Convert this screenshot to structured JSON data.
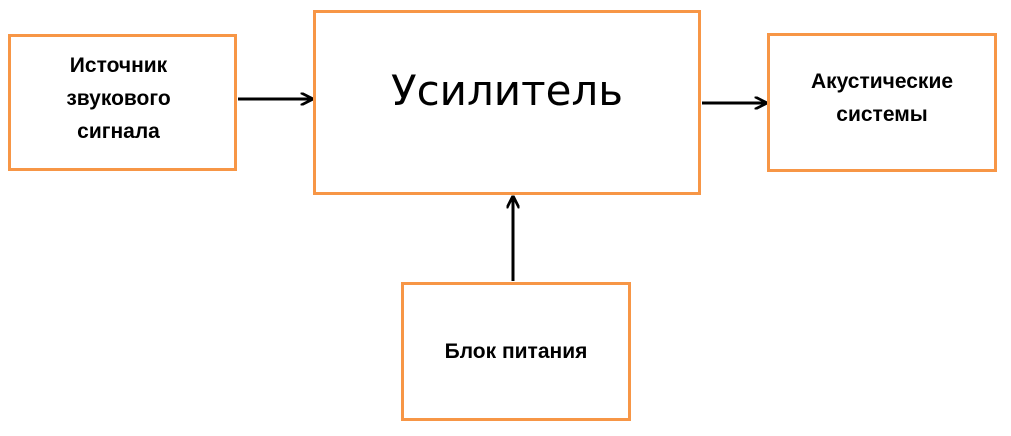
{
  "diagram": {
    "nodes": {
      "source": {
        "label": "Источник звукового сигнала"
      },
      "amplifier": {
        "label": "Усилитель"
      },
      "speakers": {
        "label": "Акустические системы"
      },
      "power": {
        "label": "Блок питания"
      }
    },
    "edges": [
      {
        "from": "source",
        "to": "amplifier"
      },
      {
        "from": "amplifier",
        "to": "speakers"
      },
      {
        "from": "power",
        "to": "amplifier"
      }
    ],
    "colors": {
      "box_border": "#F79646",
      "arrow": "#000000",
      "text": "#000000"
    }
  }
}
